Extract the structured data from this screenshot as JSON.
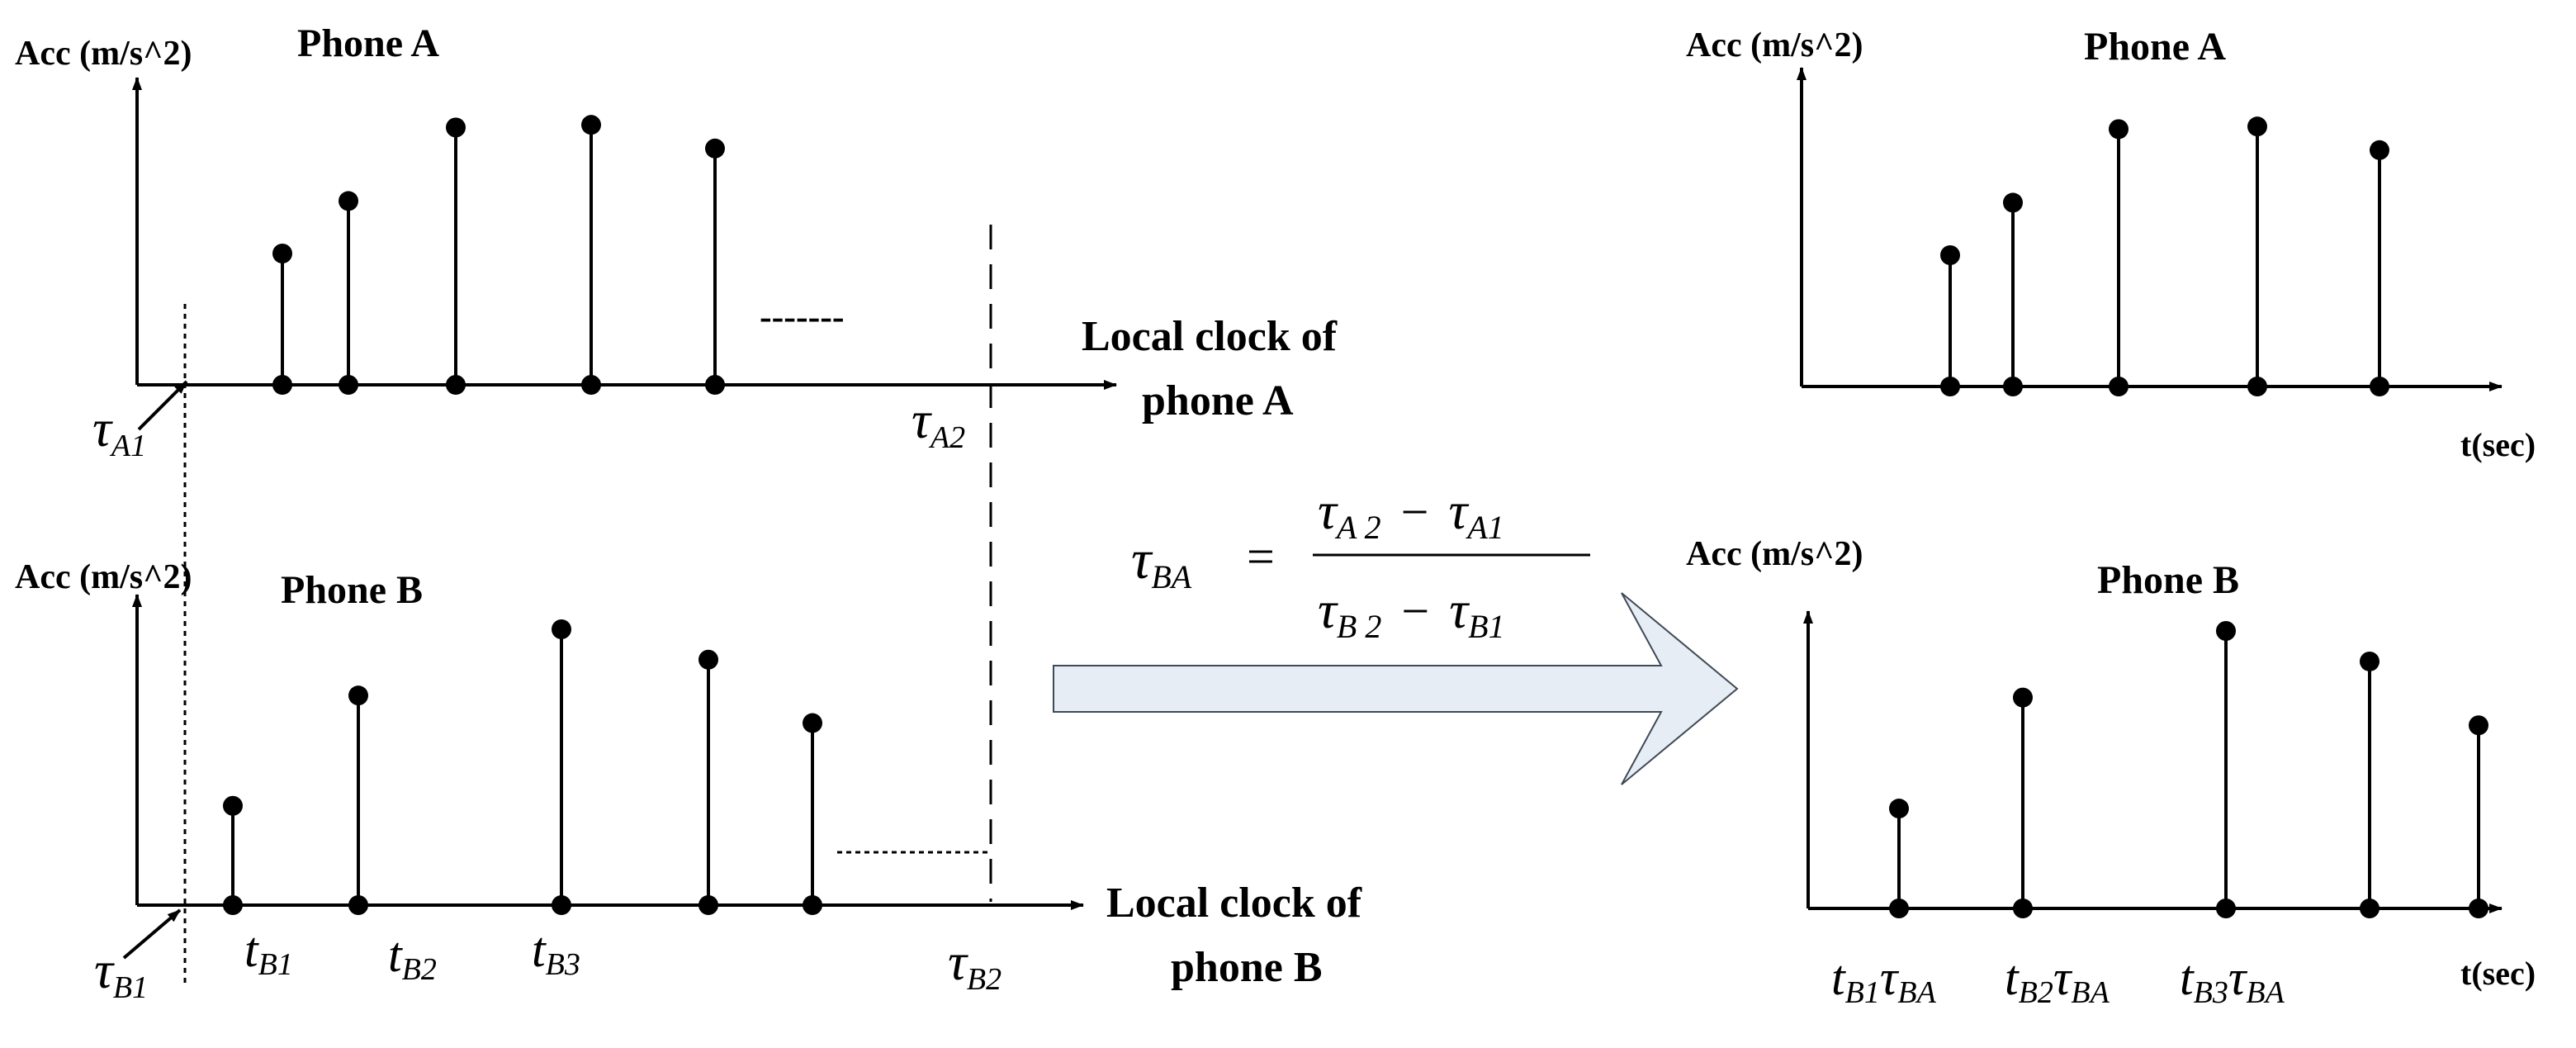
{
  "colors": {
    "ink": "#000000",
    "arrow_fill": "#e7edf5",
    "arrow_stroke": "#3f4a57"
  },
  "panels": {
    "left_a": {
      "ylabel": "Acc (m/s^2)",
      "title": "Phone A",
      "axis_label_line1": "Local clock of",
      "axis_label_line2": "phone A",
      "start_marker": {
        "sym": "τ",
        "sub": "A1"
      },
      "end_marker": {
        "sym": "τ",
        "sub": "A2"
      },
      "stems": [
        0.5,
        0.7,
        0.98,
        0.99,
        0.9
      ],
      "ellipsis": "-------"
    },
    "left_b": {
      "ylabel": "Acc (m/s^2)",
      "title": "Phone B",
      "axis_label_line1": "Local clock of",
      "axis_label_line2": "phone B",
      "start_marker": {
        "sym": "τ",
        "sub": "B1"
      },
      "end_marker": {
        "sym": "τ",
        "sub": "B2"
      },
      "stems": [
        0.36,
        0.76,
        1.0,
        0.89,
        0.66
      ],
      "tick_labels": [
        {
          "sym": "t",
          "sub": "B1"
        },
        {
          "sym": "t",
          "sub": "B2"
        },
        {
          "sym": "t",
          "sub": "B3"
        }
      ]
    },
    "right_a": {
      "ylabel": "Acc (m/s^2)",
      "title": "Phone A",
      "xlabel": "t(sec)",
      "stems": [
        0.5,
        0.7,
        0.98,
        0.99,
        0.9
      ]
    },
    "right_b": {
      "ylabel": "Acc (m/s^2)",
      "title": "Phone B",
      "xlabel": "t(sec)",
      "stems": [
        0.36,
        0.76,
        1.0,
        0.89,
        0.66
      ],
      "tick_labels": [
        {
          "sym1": "t",
          "sub1": "B1",
          "sym2": "τ",
          "sub2": "BA"
        },
        {
          "sym1": "t",
          "sub1": "B2",
          "sym2": "τ",
          "sub2": "BA"
        },
        {
          "sym1": "t",
          "sub1": "B3",
          "sym2": "τ",
          "sub2": "BA"
        }
      ]
    }
  },
  "formula": {
    "lhs_sym": "τ",
    "lhs_sub": "BA",
    "equals": "=",
    "num_a_sym": "τ",
    "num_a_sub": "A 2",
    "num_minus": "−",
    "num_b_sym": "τ",
    "num_b_sub": "A1",
    "den_a_sym": "τ",
    "den_a_sub": "B 2",
    "den_minus": "−",
    "den_b_sym": "τ",
    "den_b_sub": "B1"
  }
}
